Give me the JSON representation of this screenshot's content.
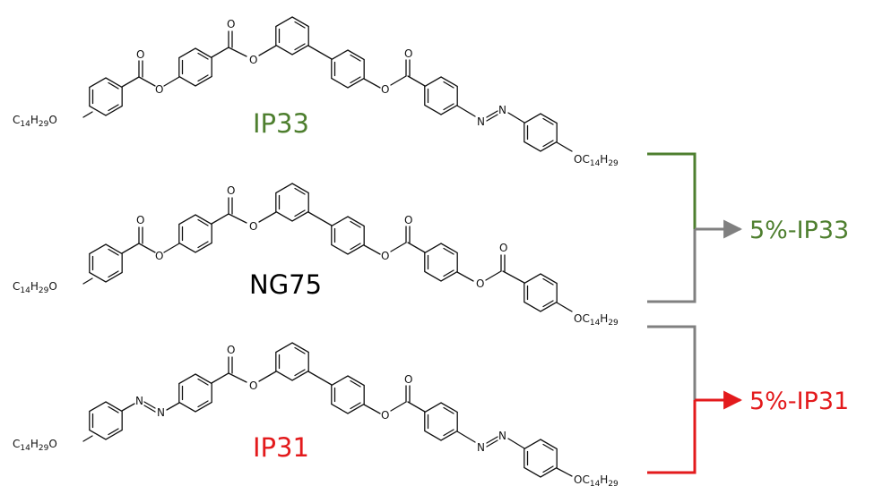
{
  "atoms": {
    "oxygen": "O",
    "nitrogen": "N",
    "carbon": "C",
    "hydrogen": "H",
    "c_count": "14",
    "h_count": "29"
  },
  "molecules": [
    {
      "label": "IP33",
      "color": "#4e7f2f"
    },
    {
      "label": "NG75",
      "color": "#000000"
    },
    {
      "label": "IP31",
      "color": "#e31a1c"
    }
  ],
  "mixtures": [
    {
      "label": "5%-IP33",
      "color": "#4e7f2f"
    },
    {
      "label": "5%-IP31",
      "color": "#e31a1c"
    }
  ],
  "colors": {
    "connector_gray": "#808080"
  }
}
